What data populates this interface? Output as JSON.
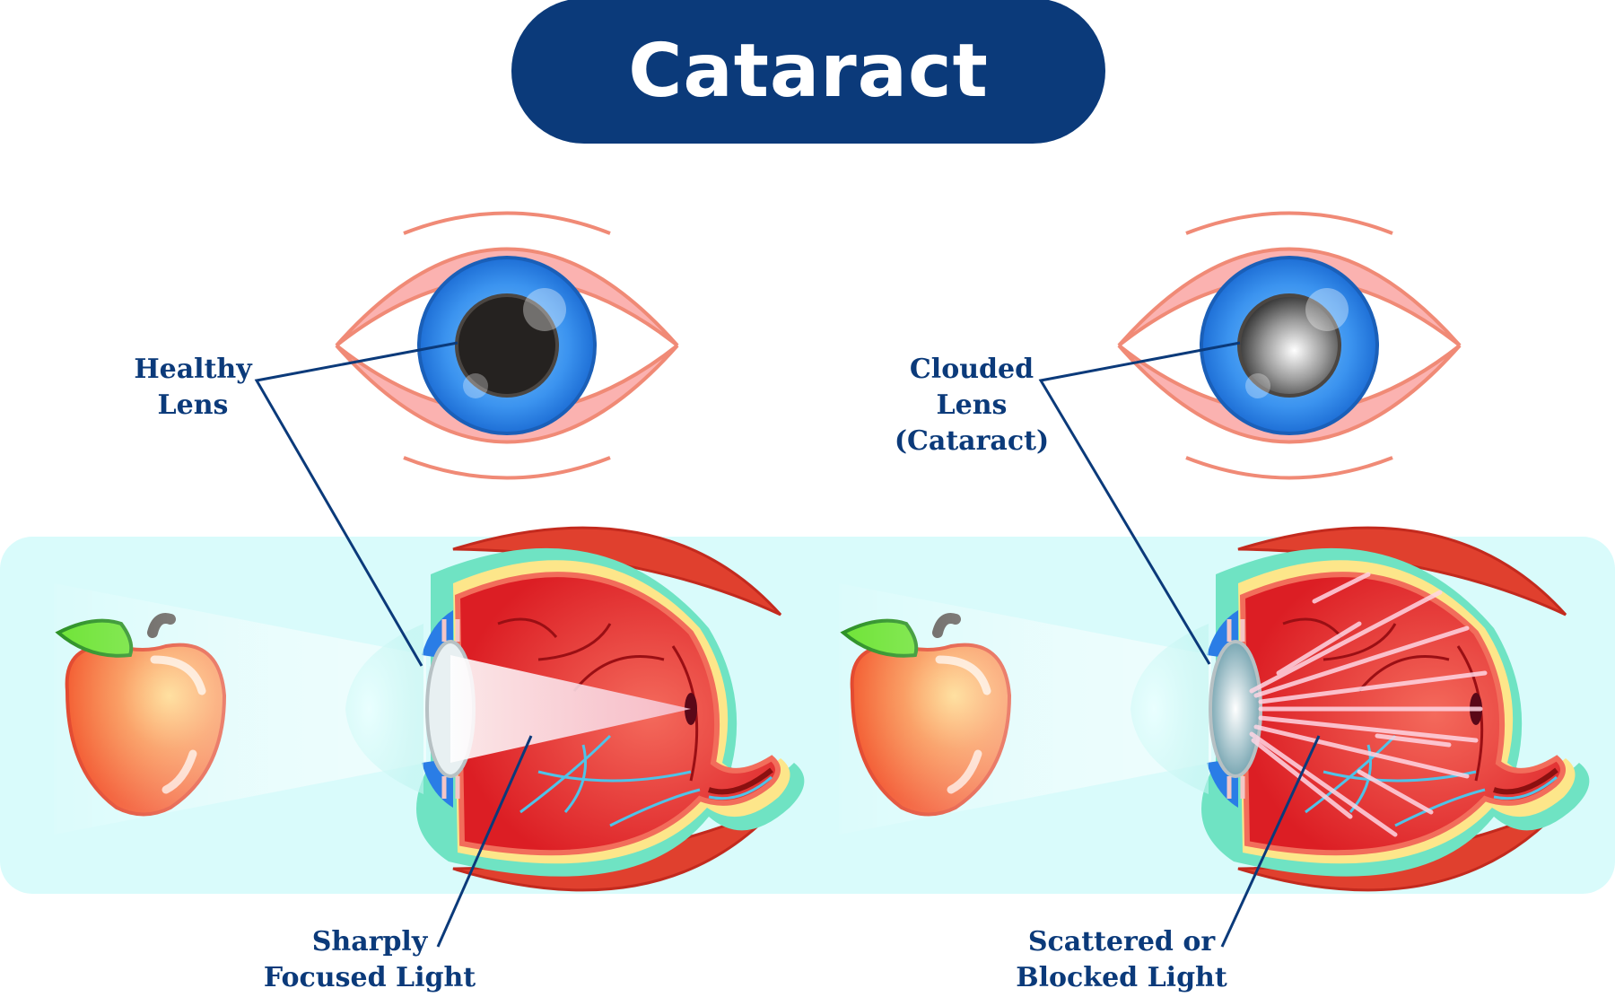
{
  "title": "Cataract",
  "colors": {
    "title_bg": "#0b3a7a",
    "label_text": "#0b3a7a",
    "band_bg": "#d9fbfb",
    "iris": "#2f8ae8",
    "eyelid": "#fbb2b0",
    "eyelid_stroke": "#f08a76",
    "muscle": "#e0402e",
    "eyeball": "#e8302e",
    "sclera_layer": "#fde68a",
    "choroid_outline": "#6fe3c3",
    "apple": "#f26a2e",
    "leaf": "#66e22a"
  },
  "panels": {
    "healthy": {
      "label_top": [
        "Healthy",
        "Lens"
      ],
      "label_bottom": [
        "Sharply",
        "Focused Light"
      ],
      "pupil_state": "clear",
      "light_state": "focused"
    },
    "cataract": {
      "label_top": [
        "Clouded",
        "Lens",
        "(Cataract)"
      ],
      "label_bottom": [
        "Scattered or",
        "Blocked Light"
      ],
      "pupil_state": "clouded",
      "light_state": "scattered"
    }
  },
  "icons": [
    "apple-icon",
    "front-eye-icon",
    "eye-cross-section-icon"
  ]
}
